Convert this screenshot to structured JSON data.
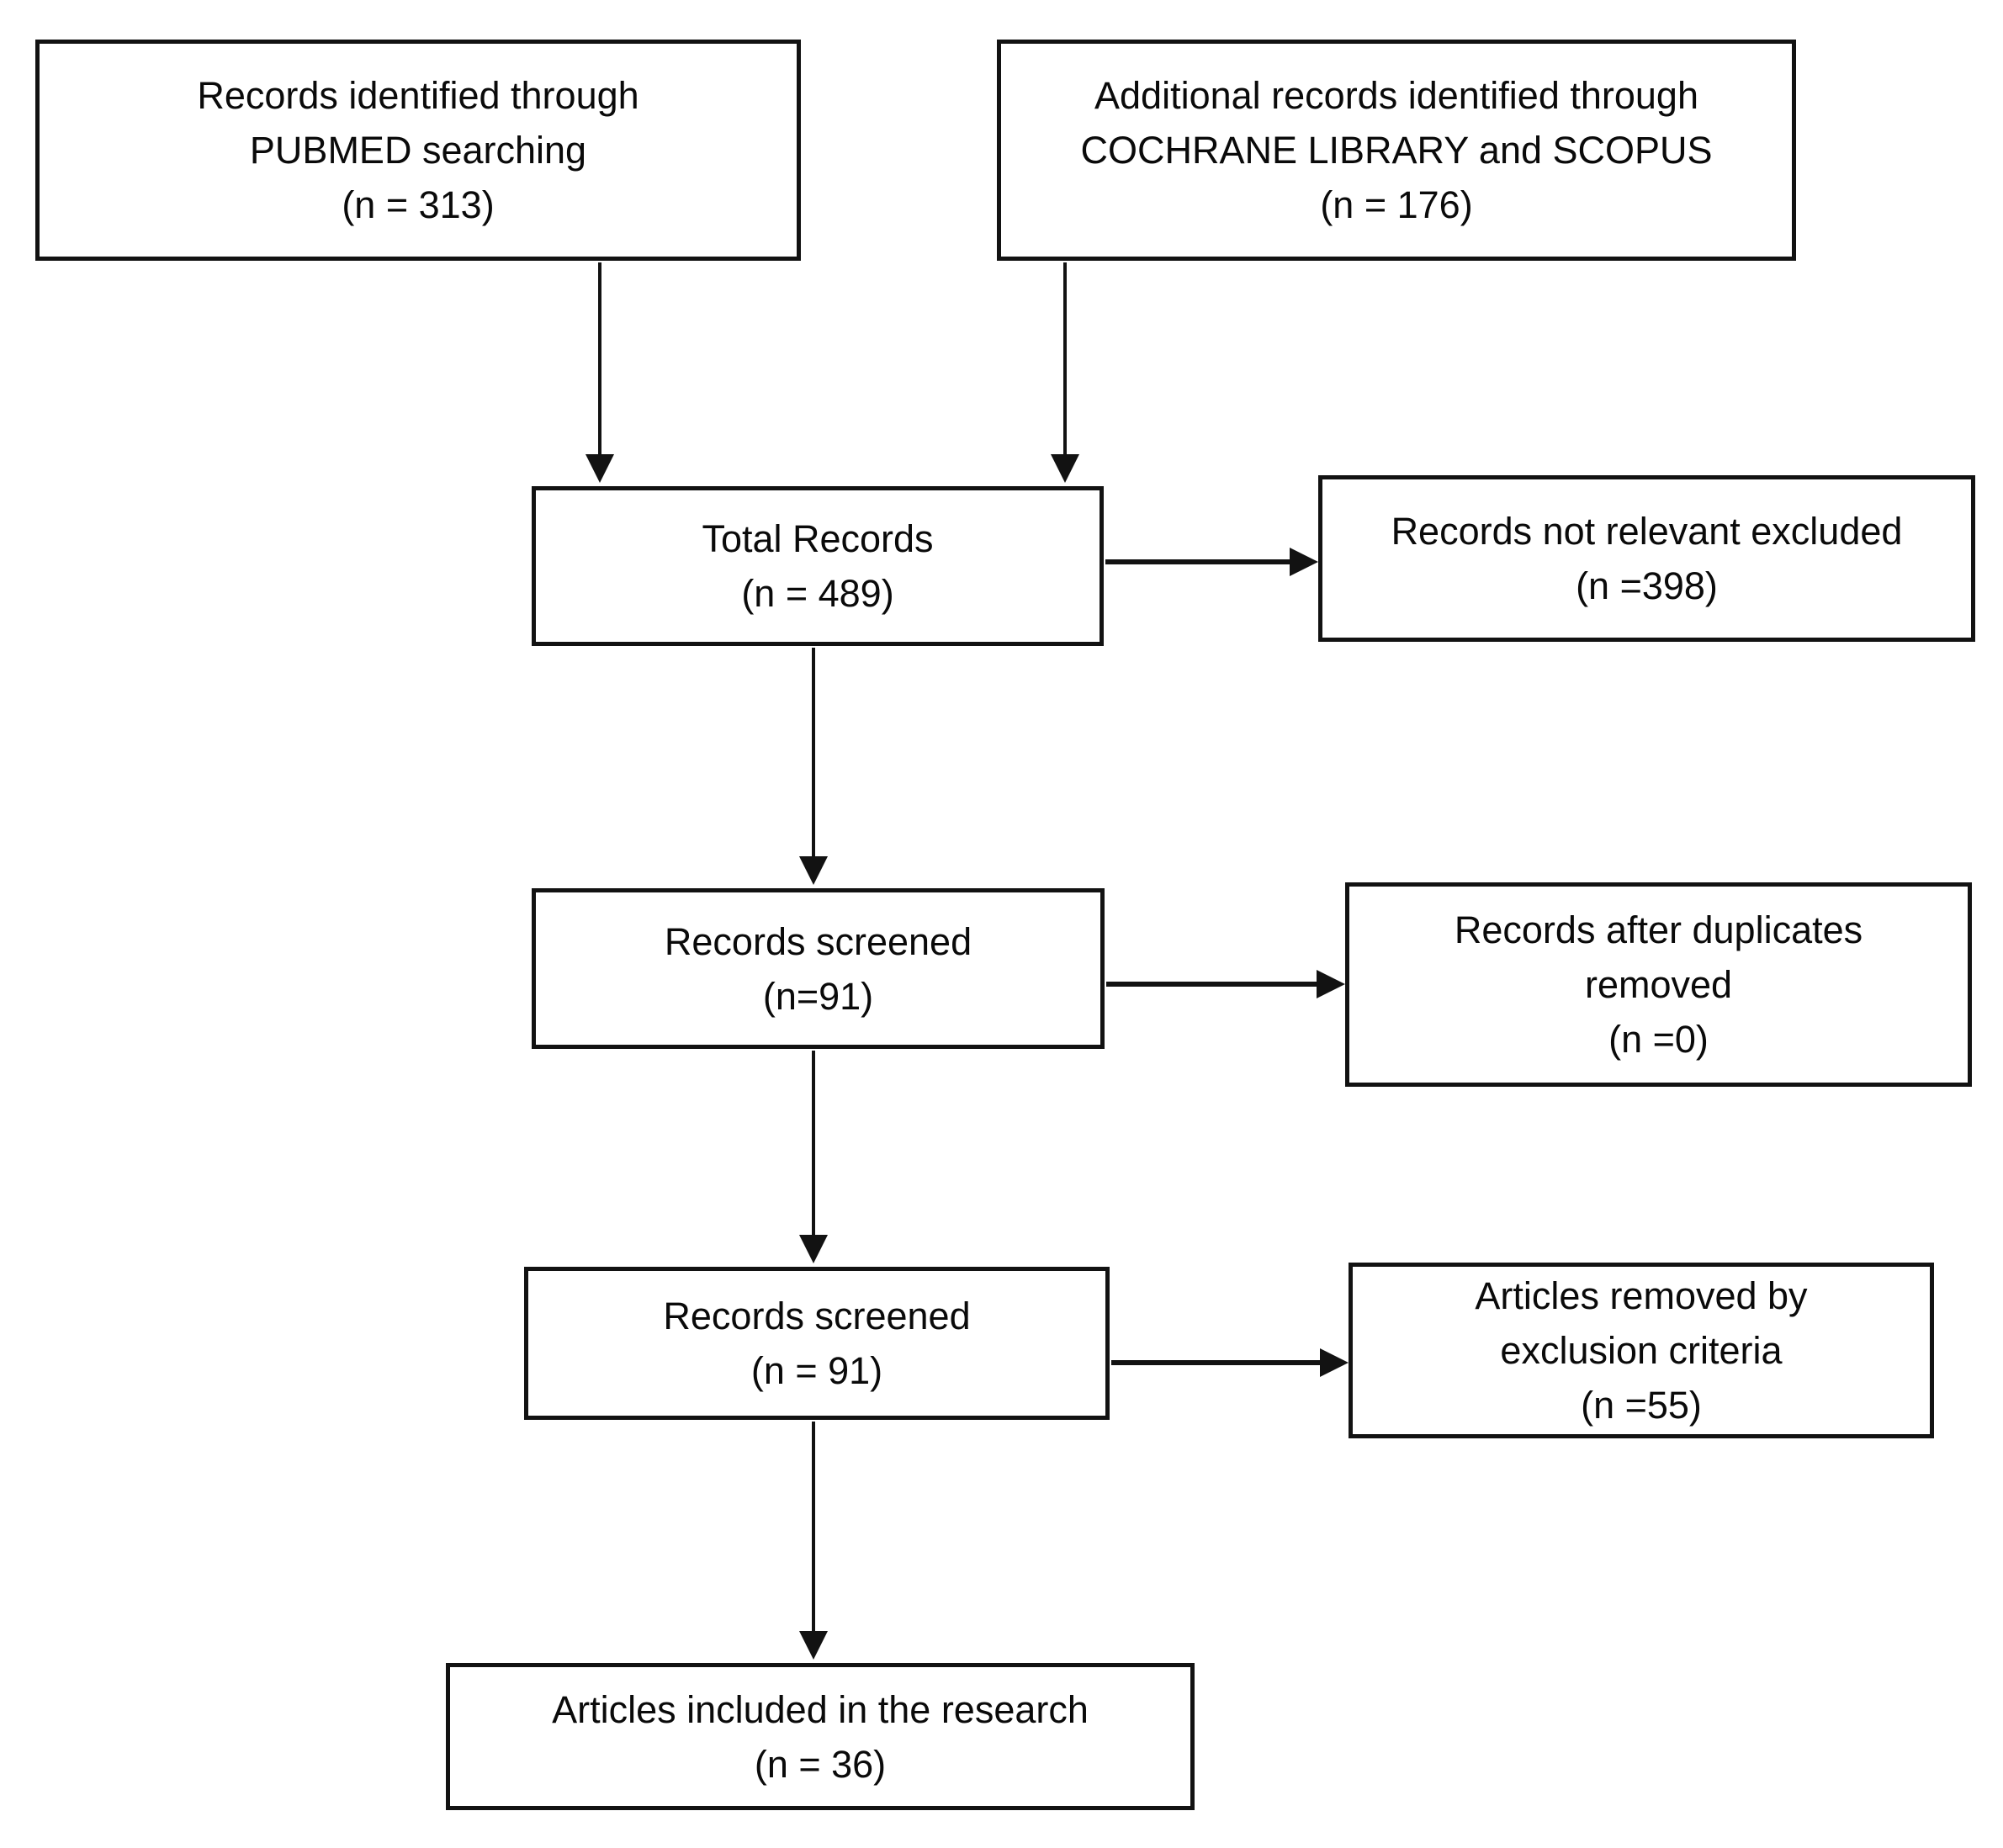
{
  "colors": {
    "background": "#ffffff",
    "border": "#121212",
    "text": "#0a0a0a"
  },
  "boxes": {
    "pubmed": {
      "lines": [
        "Records identified through",
        "PUBMED searching",
        "(n = 313)"
      ],
      "n": 313
    },
    "additional": {
      "lines": [
        "Additional records identified through",
        "COCHRANE LIBRARY and SCOPUS",
        "(n = 176)"
      ],
      "n": 176
    },
    "total": {
      "lines": [
        "Total Records",
        "(n = 489)"
      ],
      "n": 489
    },
    "not_relevant": {
      "lines": [
        "Records not relevant excluded",
        "(n =398)"
      ],
      "n": 398
    },
    "screened_1": {
      "lines": [
        "Records screened",
        "(n=91)"
      ],
      "n": 91
    },
    "duplicates": {
      "lines": [
        "Records after duplicates",
        "removed",
        "(n =0)"
      ],
      "n": 0
    },
    "screened_2": {
      "lines": [
        "Records screened",
        "(n = 91)"
      ],
      "n": 91
    },
    "exclusion": {
      "lines": [
        "Articles removed by",
        "exclusion criteria",
        "(n =55)"
      ],
      "n": 55
    },
    "included": {
      "lines": [
        "Articles included in the research",
        "(n = 36)"
      ],
      "n": 36
    }
  },
  "connections": [
    {
      "from": "pubmed",
      "to": "total",
      "direction": "down"
    },
    {
      "from": "additional",
      "to": "total",
      "direction": "down"
    },
    {
      "from": "total",
      "to": "not_relevant",
      "direction": "right"
    },
    {
      "from": "total",
      "to": "screened_1",
      "direction": "down"
    },
    {
      "from": "screened_1",
      "to": "duplicates",
      "direction": "right"
    },
    {
      "from": "screened_1",
      "to": "screened_2",
      "direction": "down"
    },
    {
      "from": "screened_2",
      "to": "exclusion",
      "direction": "right"
    },
    {
      "from": "screened_2",
      "to": "included",
      "direction": "down"
    }
  ]
}
